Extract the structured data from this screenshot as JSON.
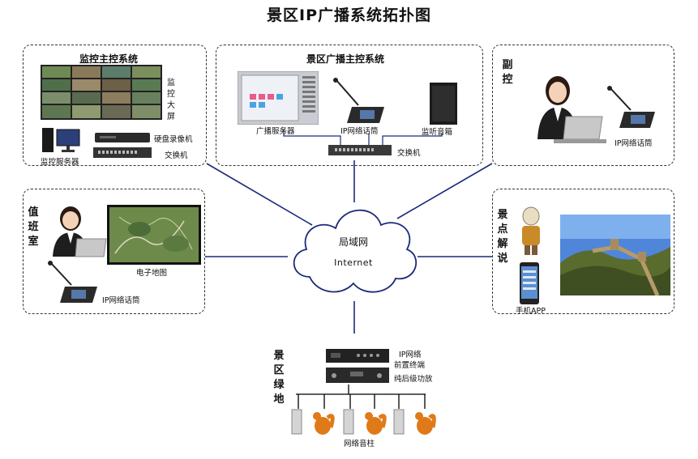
{
  "title": "景区IP广播系统拓扑图",
  "cloud": {
    "line1": "局域网",
    "line2": "Internet"
  },
  "monitor_panel": {
    "title": "监控主控系统",
    "big_screen_label": "监控大屏",
    "dvr_label": "硬盘录像机",
    "switch_label": "交换机",
    "server_label": "监控服务器"
  },
  "main_panel": {
    "title": "景区广播主控系统",
    "server_label": "广播服务器",
    "mic_label": "IP网络话筒",
    "speaker_label": "监听音箱",
    "switch_label": "交换机"
  },
  "sub_panel": {
    "title": "副控",
    "mic_label": "IP网络话筒"
  },
  "duty_panel": {
    "title": "值班室",
    "map_label": "电子地图",
    "mic_label": "IP网络话筒"
  },
  "guide_panel": {
    "title": "景点解说",
    "app_label": "手机APP"
  },
  "green_area": {
    "title": "景区绿地",
    "terminal_label_1": "IP网络",
    "terminal_label_2": "前置终端",
    "amp_label": "纯后级功放",
    "speaker_label": "网络音柱"
  },
  "colors": {
    "link_line": "#1b2a7a",
    "panel_border": "#333333"
  }
}
